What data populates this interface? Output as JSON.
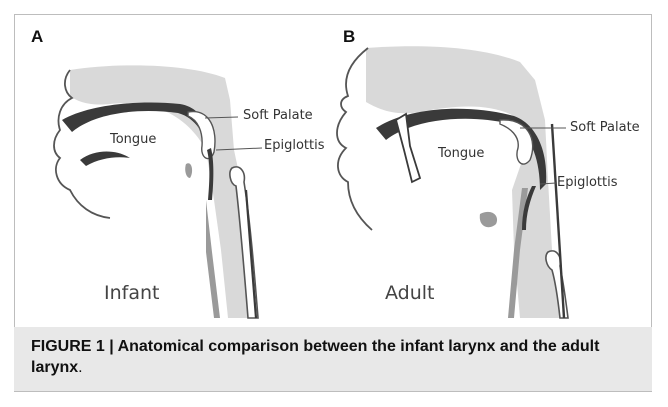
{
  "panels": [
    {
      "letter": "A",
      "caption": "Infant",
      "labels": {
        "tongue": "Tongue",
        "soft_palate": "Soft Palate",
        "epiglottis": "Epiglottis"
      }
    },
    {
      "letter": "B",
      "caption": "Adult",
      "labels": {
        "tongue": "Tongue",
        "soft_palate": "Soft Palate",
        "epiglottis": "Epiglottis"
      }
    }
  ],
  "figure_caption": {
    "label": "FIGURE 1 | Anatomical comparison between the infant larynx and the adult larynx",
    "end": "."
  },
  "colors": {
    "airway_fill": "#d9d9d9",
    "tissue_dark": "#3a3a3a",
    "outline": "#555555",
    "caption_bg": "#e8e8e8"
  }
}
